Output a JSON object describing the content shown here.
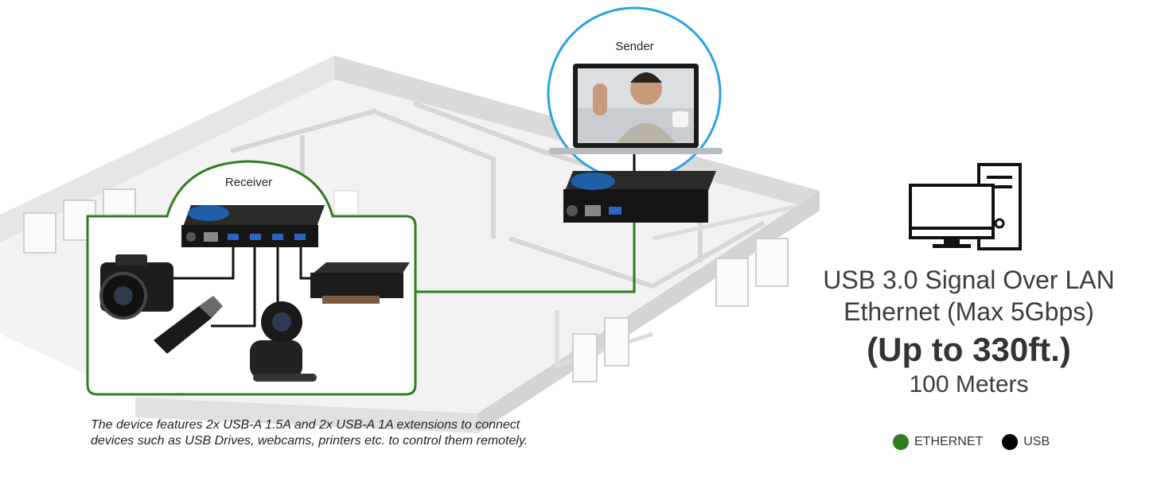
{
  "labels": {
    "sender": "Sender",
    "receiver": "Receiver"
  },
  "headline": {
    "line1": "USB 3.0 Signal Over LAN",
    "line2": "Ethernet (Max 5Gbps)",
    "line3": "(Up to 330ft.)",
    "line4": "100 Meters"
  },
  "caption": {
    "line1": "The device features 2x USB-A 1.5A and 2x USB-A 1A extensions to connect",
    "line2": "devices such as USB Drives, webcams, printers etc. to control them remotely."
  },
  "legend": [
    {
      "label": "ETHERNET",
      "color": "#2e7d1e"
    },
    {
      "label": "USB",
      "color": "#000000"
    }
  ],
  "colors": {
    "ethernet": "#2e7d1e",
    "sender_circle": "#29a3e0",
    "device_blue": "#1f5fa8"
  }
}
